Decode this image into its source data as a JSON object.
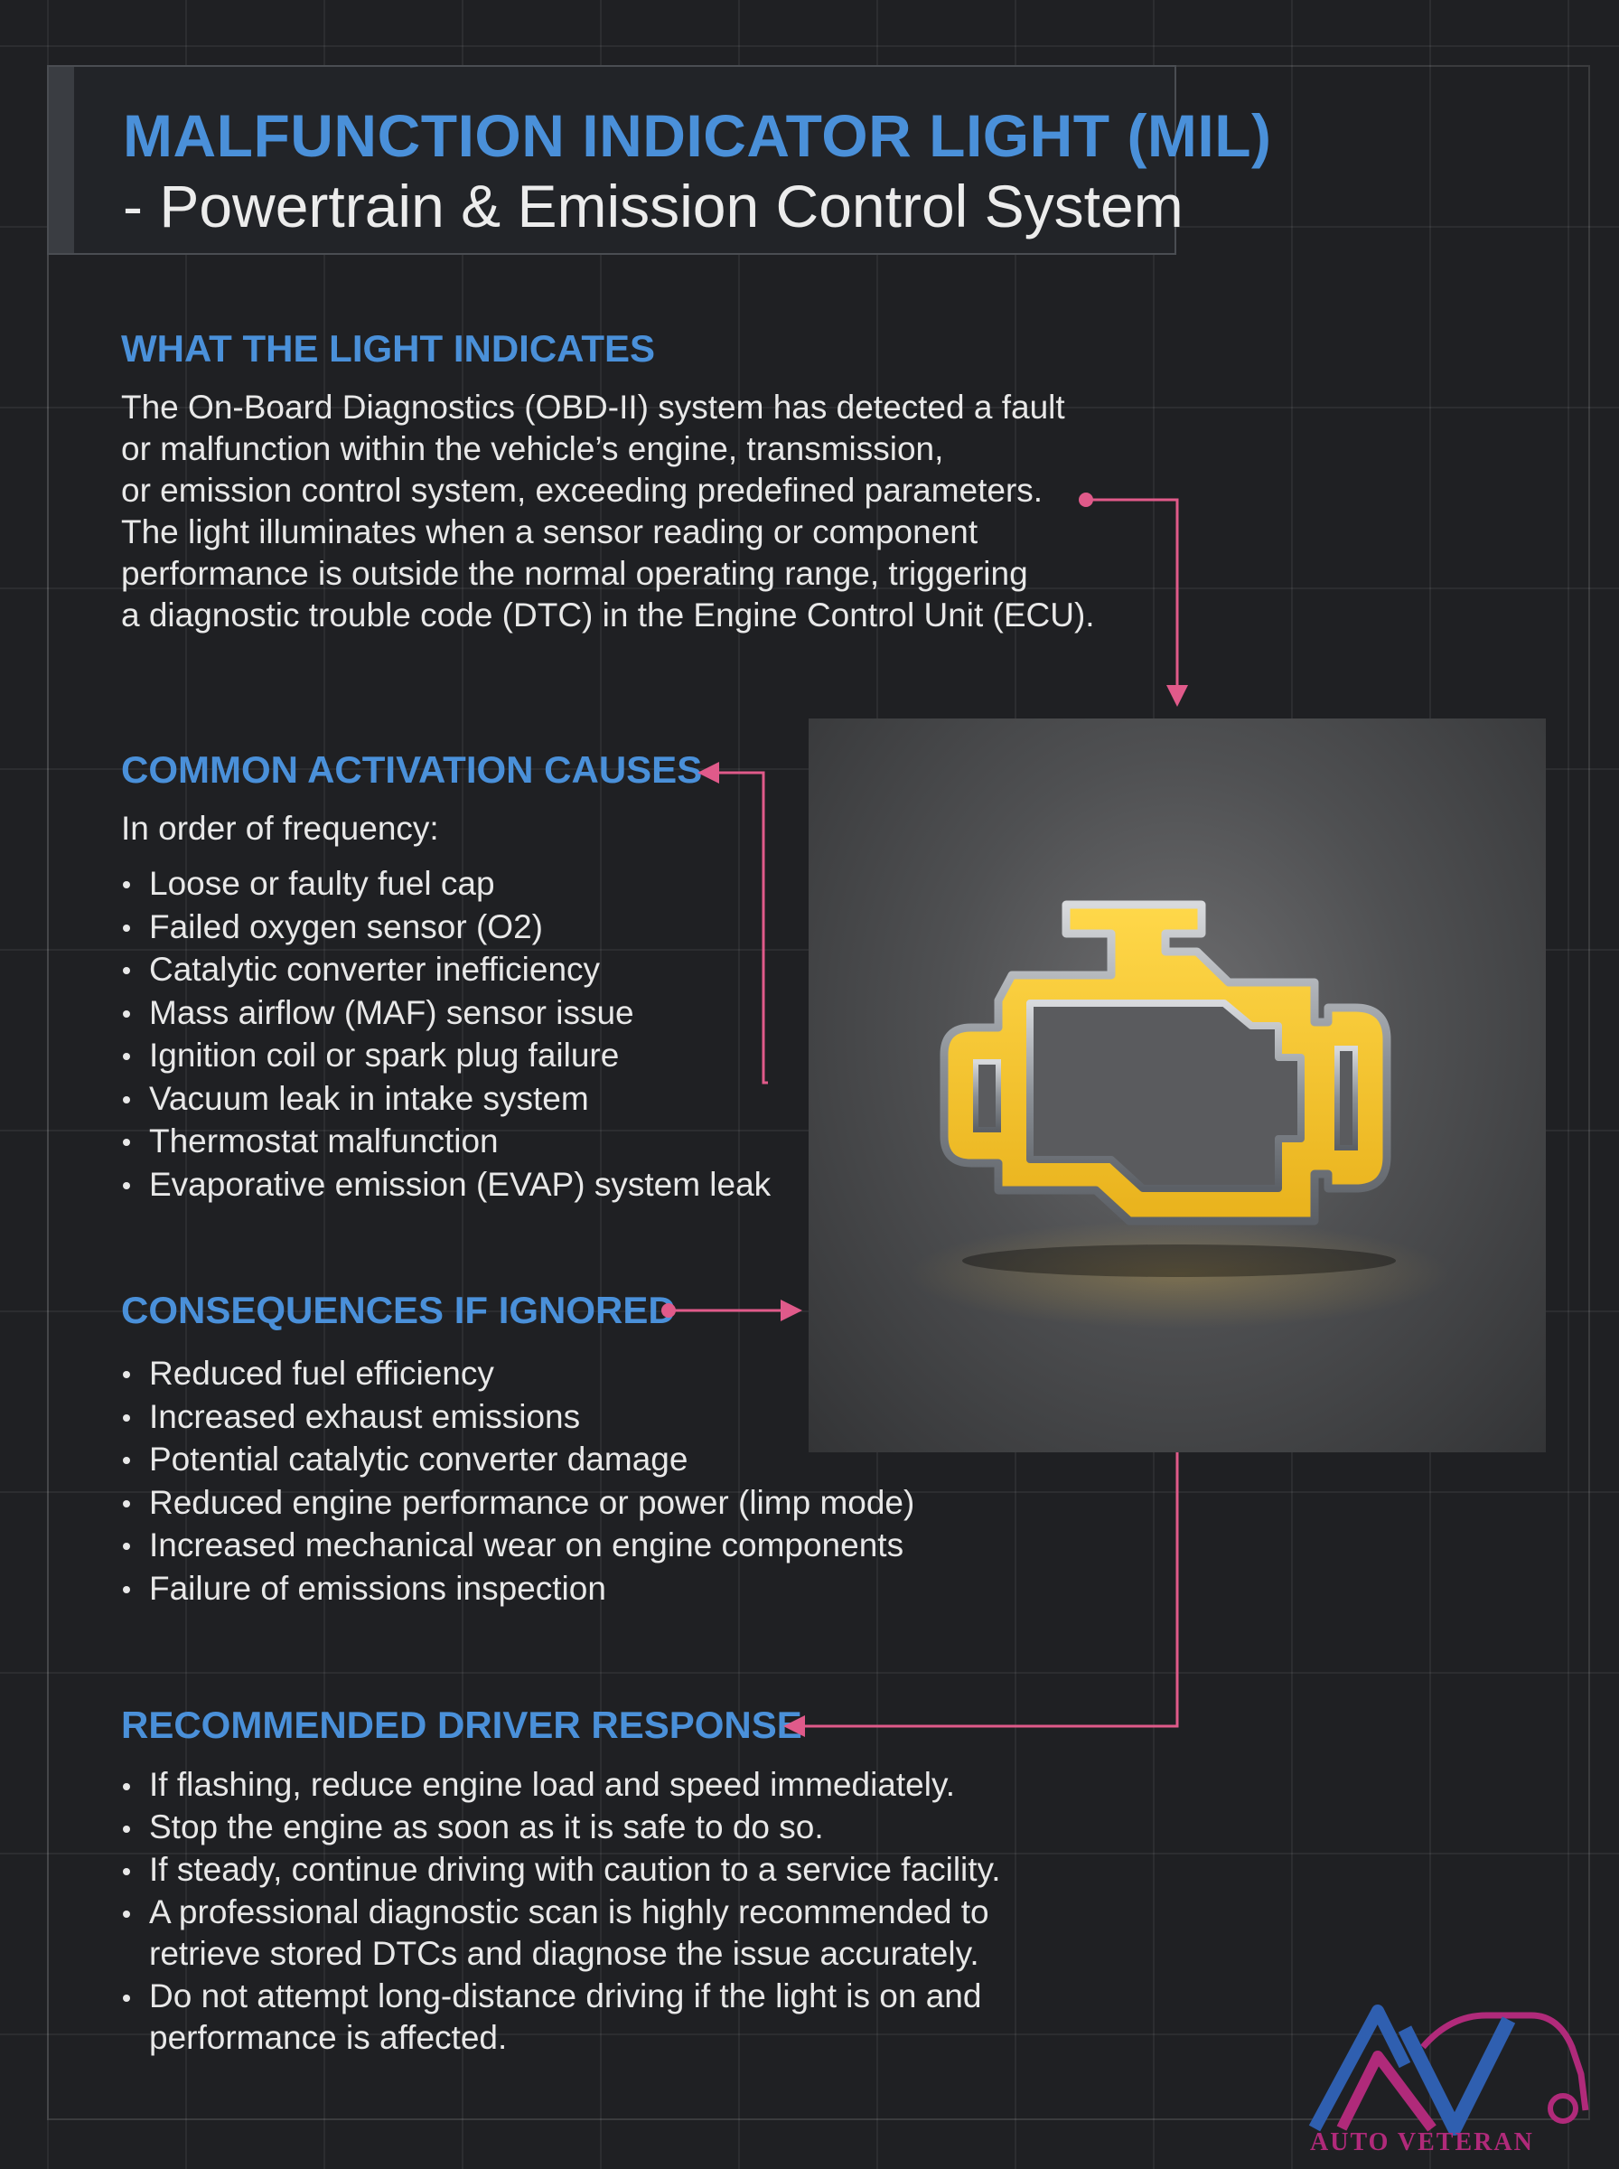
{
  "title": {
    "line1": "MALFUNCTION INDICATOR LIGHT (MIL)",
    "line2": "- Powertrain & Emission Control System"
  },
  "sections": {
    "indicates": {
      "heading": "WHAT THE LIGHT INDICATES",
      "lines": [
        "The On-Board Diagnostics (OBD-II) system has detected a fault",
        "or malfunction within the vehicle’s engine, transmission,",
        "or emission control system, exceeding predefined parameters.",
        "The light illuminates when a sensor reading or component",
        "performance is outside the normal operating range, triggering",
        "a diagnostic trouble code (DTC) in the Engine Control Unit (ECU)."
      ]
    },
    "causes": {
      "heading": "COMMON ACTIVATION CAUSES",
      "subheading": "In order of frequency:",
      "items": [
        "Loose or faulty fuel cap",
        "Failed oxygen sensor (O2)",
        "Catalytic converter inefficiency",
        "Mass airflow (MAF) sensor issue",
        "Ignition coil or spark plug failure",
        "Vacuum leak in intake system",
        "Thermostat malfunction",
        "Evaporative emission (EVAP) system leak"
      ]
    },
    "consequences": {
      "heading": "CONSEQUENCES IF IGNORED",
      "items": [
        "Reduced fuel efficiency",
        "Increased exhaust emissions",
        "Potential catalytic converter damage",
        "Reduced engine performance or power (limp mode)",
        "Increased mechanical wear on engine components",
        "Failure of emissions inspection"
      ]
    },
    "response": {
      "heading": "RECOMMENDED DRIVER RESPONSE",
      "items": [
        [
          "If flashing, reduce engine load and speed immediately."
        ],
        [
          "Stop the engine as soon as it is safe to do so."
        ],
        [
          "If steady, continue driving with caution to a service facility."
        ],
        [
          "A professional diagnostic scan is highly recommended to",
          "retrieve stored DTCs and diagnose the issue accurately."
        ],
        [
          "Do not attempt long-distance driving if the light is on and",
          "performance is affected."
        ]
      ]
    }
  },
  "logo": {
    "text": "AUTO VETERAN"
  },
  "colors": {
    "background": "#1f2023",
    "heading": "#4a90d9",
    "body_text": "#e8e8e8",
    "connector": "#e05a8a",
    "icon_fill": "#f2c12e",
    "icon_outline": "#9aa0a6",
    "logo_purple": "#b02a7a",
    "logo_blue": "#2f5fb0"
  },
  "icons": {
    "main_image": "check-engine-icon",
    "logo_mark": "car-outline-icon"
  }
}
